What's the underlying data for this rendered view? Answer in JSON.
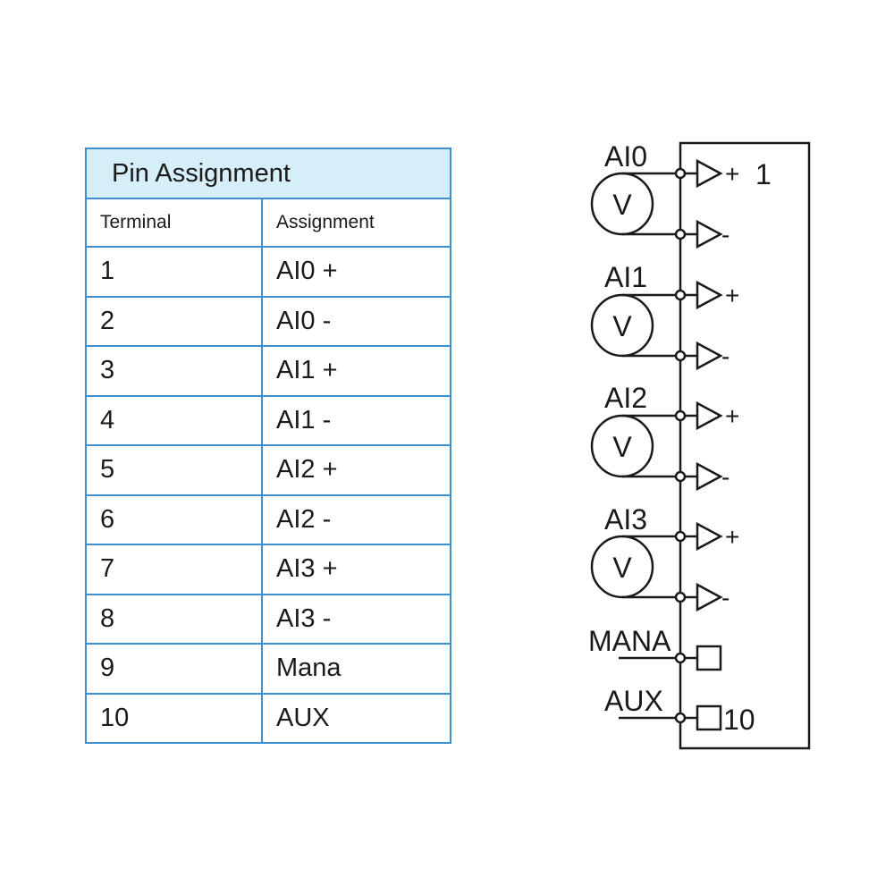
{
  "table": {
    "title": "Pin Assignment",
    "col_terminal": "Terminal",
    "col_assignment": "Assignment",
    "rows": [
      {
        "terminal": "1",
        "assignment": "AI0 +"
      },
      {
        "terminal": "2",
        "assignment": "AI0 -"
      },
      {
        "terminal": "3",
        "assignment": "AI1 +"
      },
      {
        "terminal": "4",
        "assignment": "AI1 -"
      },
      {
        "terminal": "5",
        "assignment": "AI2 +"
      },
      {
        "terminal": "6",
        "assignment": "AI2 -"
      },
      {
        "terminal": "7",
        "assignment": "AI3 +"
      },
      {
        "terminal": "8",
        "assignment": "AI3 -"
      },
      {
        "terminal": "9",
        "assignment": "Mana"
      },
      {
        "terminal": "10",
        "assignment": "AUX"
      }
    ]
  },
  "diagram": {
    "channels": [
      {
        "name": "AI0",
        "meter": "V",
        "plus": "+",
        "minus": "-"
      },
      {
        "name": "AI1",
        "meter": "V",
        "plus": "+",
        "minus": "-"
      },
      {
        "name": "AI2",
        "meter": "V",
        "plus": "+",
        "minus": "-"
      },
      {
        "name": "AI3",
        "meter": "V",
        "plus": "+",
        "minus": "-"
      }
    ],
    "first_terminal": "1",
    "last_terminal": "10",
    "mana_label": "MANA",
    "aux_label": "AUX"
  }
}
